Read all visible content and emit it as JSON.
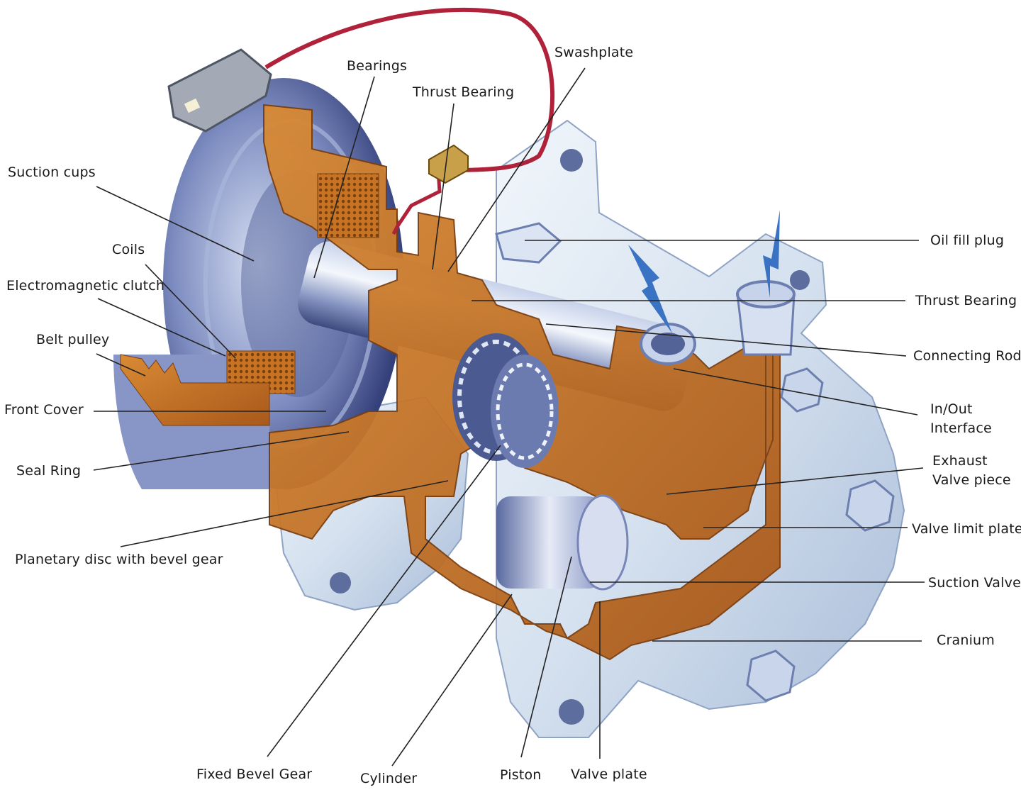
{
  "labels": {
    "bearings": "Bearings",
    "swashplate": "Swashplate",
    "thrust_bearing_top": "Thrust Bearing",
    "suction_cups": "Suction cups",
    "coils": "Coils",
    "electromagnetic_clutch": "Electromagnetic clutch",
    "belt_pulley": "Belt pulley",
    "front_cover": "Front Cover",
    "seal_ring": "Seal Ring",
    "planetary_disc": "Planetary disc with bevel gear",
    "oil_fill_plug": "Oil fill plug",
    "thrust_bearing_right": "Thrust Bearing",
    "connecting_rod": "Connecting Rod",
    "in_out_interface": [
      "In/Out",
      "Interface"
    ],
    "exhaust_valve_piece": [
      "Exhaust",
      "Valve piece"
    ],
    "valve_limit_plate": "Valve limit plate",
    "suction_valve": "Suction Valve",
    "cranium": "Cranium",
    "fixed_bevel_gear": "Fixed Bevel Gear",
    "cylinder": "Cylinder",
    "piston": "Piston",
    "valve_plate": "Valve plate"
  },
  "colors": {
    "housing_cut": "#c8731e",
    "metal_light": "#dfe9f4",
    "metal_mid": "#9fb3d3",
    "metal_dark": "#3f4f86",
    "wire": "#b0223a",
    "leader": "#222222",
    "refrigerant_arrow": "#3b73c4"
  }
}
